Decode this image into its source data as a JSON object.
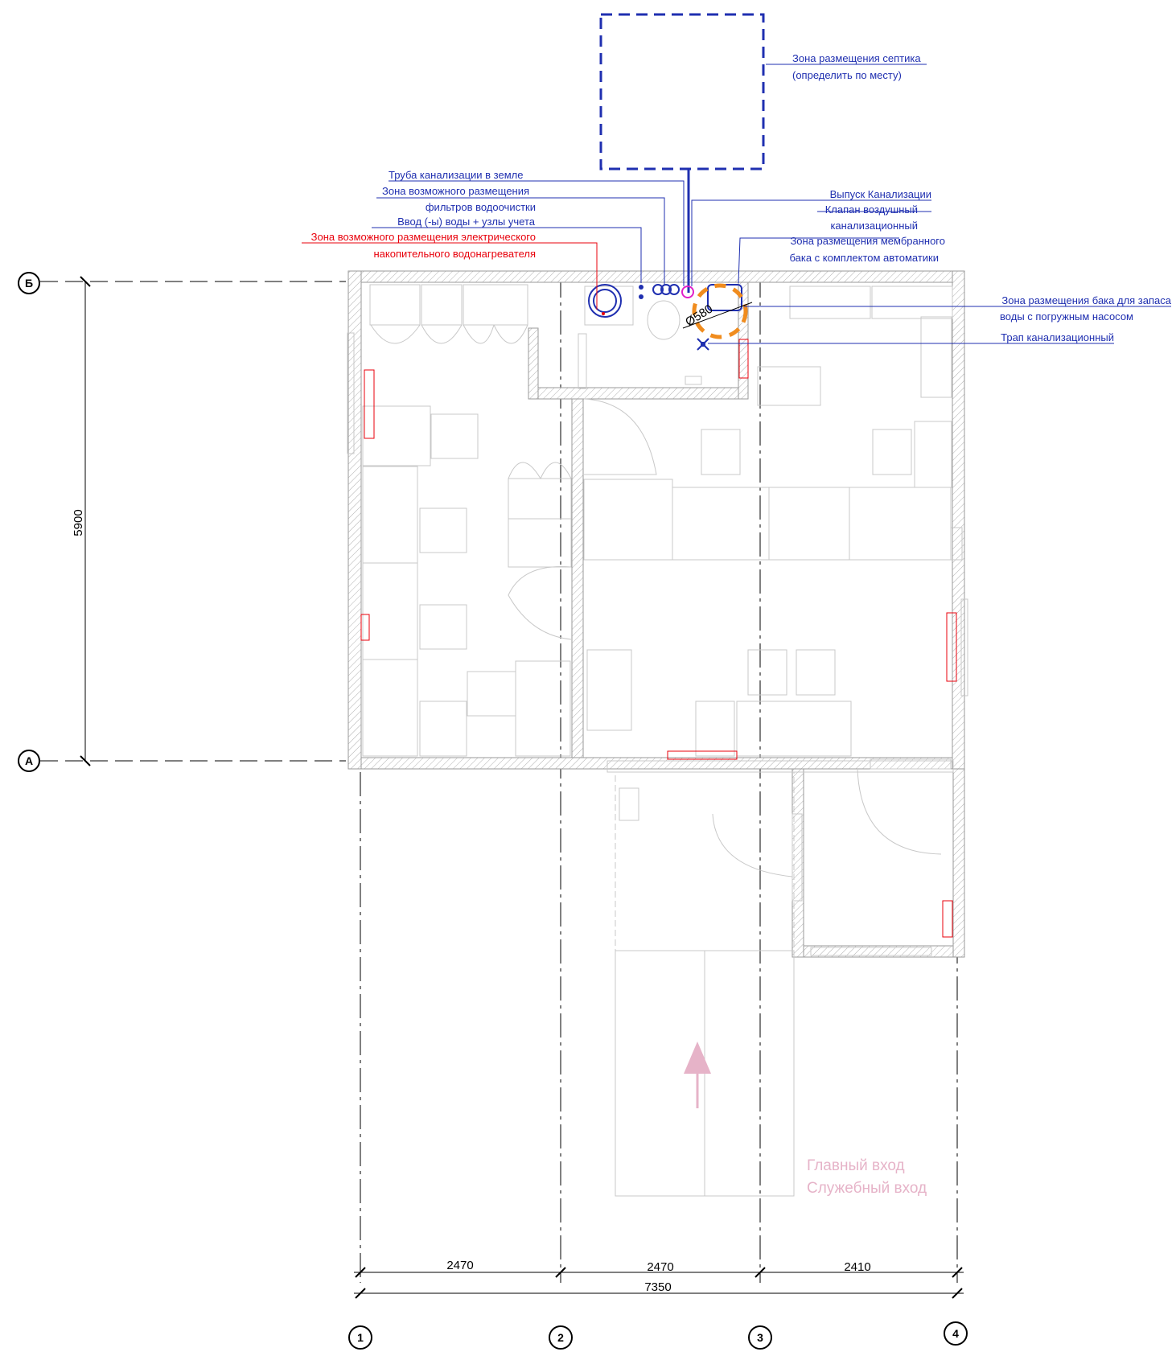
{
  "axes": {
    "rows": [
      "Б",
      "А"
    ],
    "columns": [
      "1",
      "2",
      "3",
      "4"
    ]
  },
  "dimensions": {
    "vertical": "5900",
    "spans": [
      "2470",
      "2470",
      "2410"
    ],
    "total": "7350"
  },
  "annotations": {
    "septic": [
      "Зона размещения септика",
      "(определить по месту)"
    ],
    "sewer_pipe": "Труба канализации в земле",
    "filters": [
      "Зона возможного размещения",
      "фильтров водоочистки"
    ],
    "water_inlet": "Ввод (-ы) воды + узлы учета",
    "heater": [
      "Зона возможного размещения электрического",
      "накопительного водонагревателя"
    ],
    "sewer_outlet": "Выпуск Канализации",
    "air_valve": [
      "Клапан воздушный",
      "канализационный"
    ],
    "membrane_tank": [
      "Зона размещения мембранного",
      "бака с комплектом автоматики"
    ],
    "storage_tank": [
      "Зона размещения бака для запаса",
      "воды с погружным насосом"
    ],
    "drain": "Трап канализационный",
    "tank_diameter": "Ø580"
  },
  "entrances": [
    "Главный вход",
    "Служебный вход"
  ],
  "colors": {
    "blue": "#1f2fb0",
    "red": "#e8000b",
    "orange": "#f08c1e",
    "magenta": "#e020c8",
    "pink": "#e6b3c8"
  }
}
